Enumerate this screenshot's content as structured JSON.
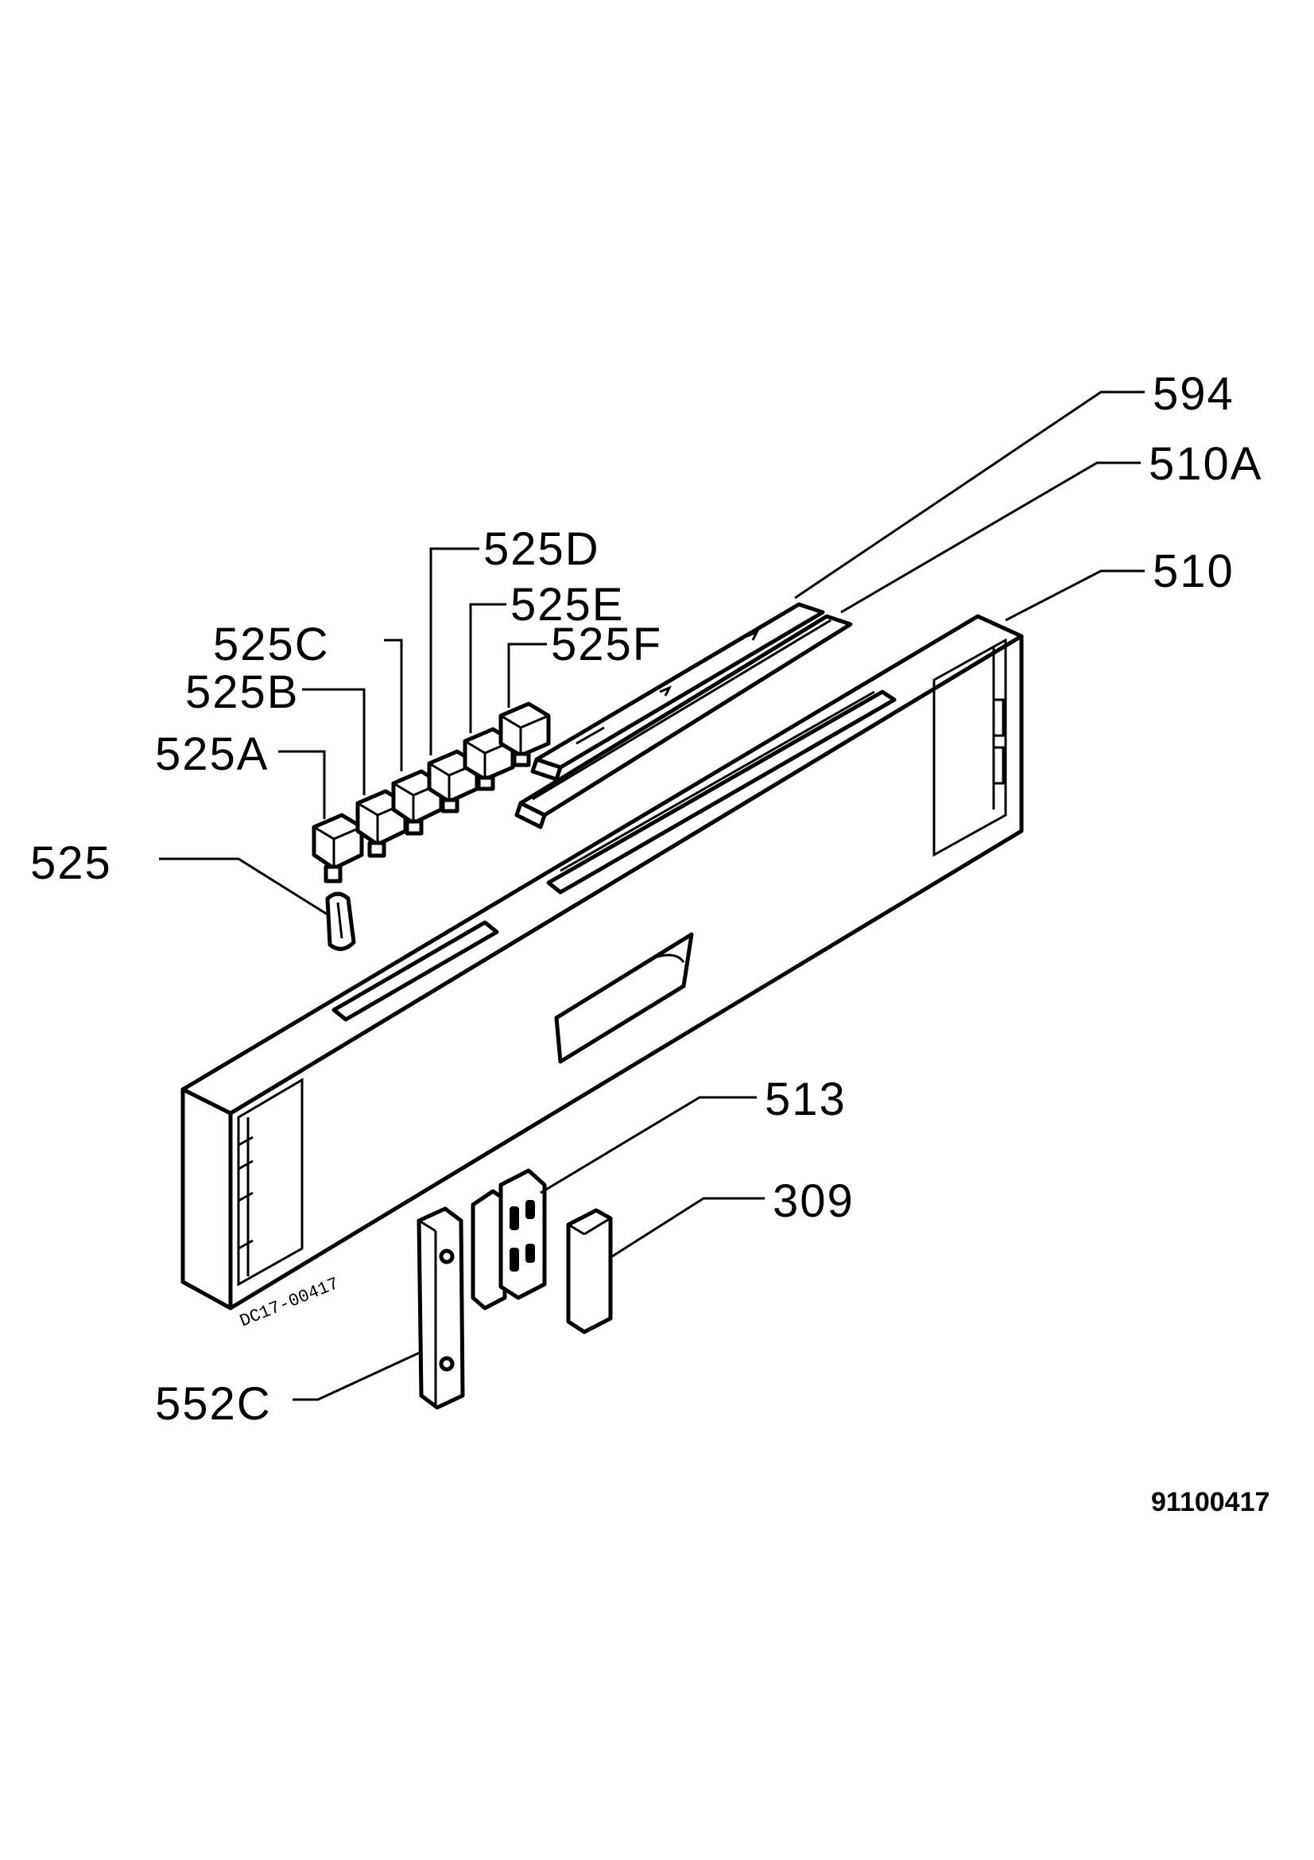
{
  "callouts": {
    "c594": "594",
    "c510A": "510A",
    "c510": "510",
    "c525D": "525D",
    "c525E": "525E",
    "c525C": "525C",
    "c525F": "525F",
    "c525B": "525B",
    "c525A": "525A",
    "c525": "525",
    "c513": "513",
    "c309": "309",
    "c552C": "552C"
  },
  "panel_stamp": "DC17-00417",
  "document_number": "91100417"
}
